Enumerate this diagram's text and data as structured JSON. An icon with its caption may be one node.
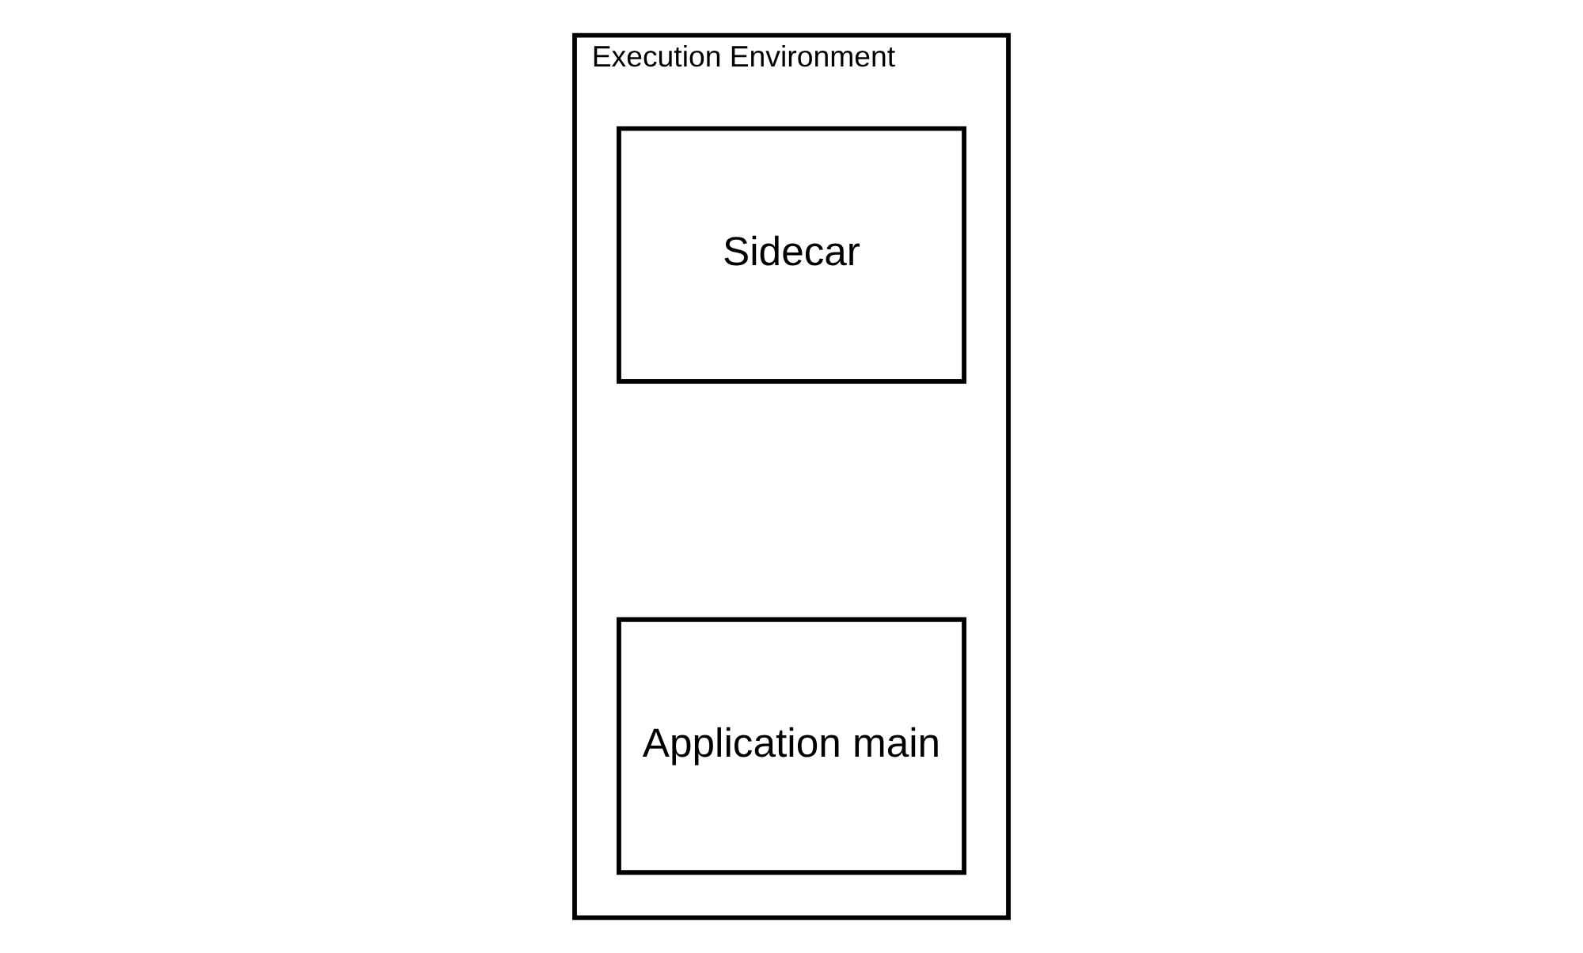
{
  "diagram": {
    "nodes": [
      {
        "text": [
          "Execution Environment"
        ]
      },
      {
        "text": [
          "Application main"
        ],
        "in": 0
      },
      {
        "text": [
          "Sidecar"
        ],
        "in": 0
      }
    ]
  }
}
